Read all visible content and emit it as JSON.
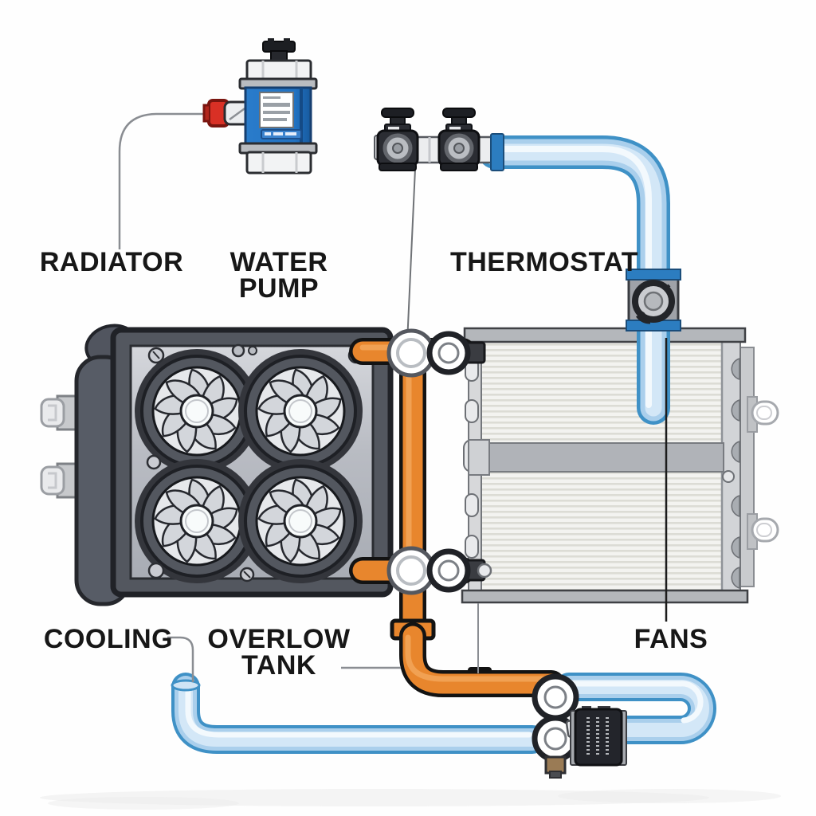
{
  "diagram": {
    "labels": {
      "radiator": "RADIATOR",
      "water_pump_line1": "WATER",
      "water_pump_line2": "PUMP",
      "thermostat": "THERMOSTAT",
      "cooling": "COOLING",
      "overflow_tank_line1": "OVERLOW",
      "overflow_tank_line2": "TANK",
      "fans": "FANS"
    },
    "colors": {
      "background": "#fefefe",
      "label_text": "#171717",
      "hot_pipe_orange": "#e8862d",
      "hot_pipe_highlight": "#f2a458",
      "coolant_pipe_fill": "#b7d9f1",
      "coolant_pipe_edge": "#4a9cd1",
      "pump_body_blue": "#2273c3",
      "pump_fitting_red": "#d93025",
      "valve_black": "#26282d",
      "radiator_gray": "#53575f",
      "fan_ring_gray": "#53575f",
      "engine_fin_white": "#f2f2ef",
      "connector_ring_white": "#ffffff"
    },
    "components": {
      "water_pump_icon": "blue canister pump with red inlet fitting",
      "thermostat_valves_icon": "two black T-handle valves",
      "thermostat_icon": "square housing on coolant pipe",
      "radiator_icon": "radiator with four fans",
      "engine_block_icon": "finned heat exchanger",
      "aux_pump_icon": "small black inline pump",
      "hot_pipe_icon": "orange piping",
      "coolant_hose_icon": "light blue piping"
    }
  }
}
